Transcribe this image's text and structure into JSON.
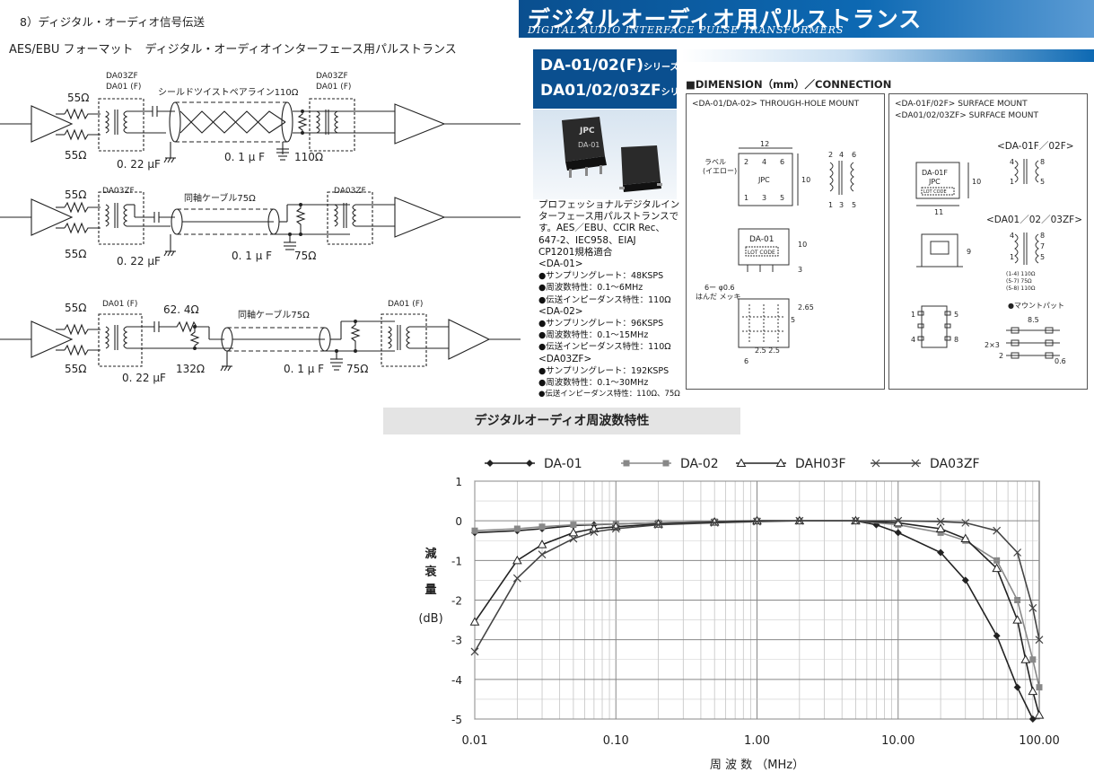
{
  "left": {
    "section_title": "8）ディジタル・オーディオ信号伝送",
    "subtitle": "AES/EBU フォーマット　ディジタル・オーディオインターフェース用パルストランス",
    "circuit1": {
      "model_top": "DA03ZF",
      "model_bottom": "DA01 (F)",
      "model_right_top": "DA03ZF",
      "model_right_bottom": "DA01 (F)",
      "cable": "シールドツイストペアライン110Ω",
      "r_top": "55Ω",
      "r_bottom": "55Ω",
      "cap": "0. 22 μF",
      "cap2": "0. 1 μ F",
      "r_load": "110Ω"
    },
    "circuit2": {
      "model_left": "DA03ZF",
      "model_right": "DA03ZF",
      "cable": "同軸ケーブル75Ω",
      "r_top": "55Ω",
      "r_bottom": "55Ω",
      "cap": "0. 22 μF",
      "cap2": "0. 1 μ F",
      "r_load": "75Ω"
    },
    "circuit3": {
      "model_left": "DA01 (F)",
      "model_right": "DA01 (F)",
      "cable": "同軸ケーブル75Ω",
      "r_top": "55Ω",
      "r_bottom": "55Ω",
      "r_series": "62. 4Ω",
      "r_shunt": "132Ω",
      "cap": "0. 22 μF",
      "cap2": "0. 1 μ F",
      "r_load": "75Ω"
    }
  },
  "banner": {
    "title_jp": "デジタルオーディオ用パルストランス",
    "title_en": "DIGITAL AUDIO INTERFACE  PULSE TRANSFORMERS"
  },
  "series": {
    "line1": "DA-01/02(F)",
    "line1_suffix": "シリーズ",
    "line2": "DA01/02/03ZF",
    "line2_suffix": "シリーズ"
  },
  "photo": {
    "label1": "JPC",
    "label2": "DA-01"
  },
  "description": [
    "プロフェッショナルデジタルイン",
    "ターフェース用パルストランスで",
    "す。AES／EBU、CCIR Rec、",
    "647-2、IEC958、EIAJ",
    "CP1201規格適合",
    "<DA-01>",
    "●サンプリングレート：48KSPS",
    "●周波数特性：0.1～6MHz",
    "●伝送インピーダンス特性：110Ω",
    "<DA-02>",
    "●サンプリングレート：96KSPS",
    "●周波数特性：0.1～15MHz",
    "●伝送インピーダンス特性：110Ω",
    "<DA03ZF>",
    "●サンプリングレート：192KSPS",
    "●周波数特性：0.1～30MHz",
    "●伝送インピーダンス特性：110Ω、75Ω"
  ],
  "dimension": {
    "title": "■DIMENSION（mm）／CONNECTION",
    "panel_left_title": "<DA-01/DA-02> THROUGH-HOLE MOUNT",
    "panel_right_title1": "<DA-01F/02F> SURFACE MOUNT",
    "panel_right_title2": "<DA01/02/03ZF> SURFACE MOUNT",
    "label_ja": "ラベル",
    "label_ja2": "(イエロー)",
    "jpc": "JPC",
    "da01": "DA-01",
    "lotcode": "LOT CODE",
    "dim_12": "12",
    "dim_10": "10",
    "dim_3": "3",
    "dim_6": "6",
    "dim_265": "2.65",
    "dim_5": "5",
    "dim_25": "2.5 2.5",
    "hole": "6ー φ0.6",
    "solder": "はんだ メッキ",
    "pins_top": [
      "2",
      "4",
      "6"
    ],
    "pins_bottom": [
      "1",
      "3",
      "5"
    ],
    "pin_nums_top": [
      "2",
      "4",
      "6"
    ],
    "pin_nums_bottom": [
      "1",
      "3",
      "5"
    ],
    "sm_title1": "<DA-01F／02F>",
    "sm_title2": "<DA01／02／03ZF>",
    "da01f": "DA-01F",
    "dim_11": "11",
    "dim_9": "9",
    "imp1": "(1-4)  110Ω",
    "imp2": "(5-7)   75Ω",
    "imp3": "(5-8)  110Ω",
    "mount_pad": "●マウントパット",
    "dim_85": "8.5",
    "dim_2x3": "2×3",
    "dim_2": "2",
    "dim_06": "0.6",
    "p4": "4",
    "p8": "8",
    "p1": "1",
    "p5": "5",
    "p7": "7",
    "p3": "3"
  },
  "freq": {
    "title": "デジタルオーディオ周波数特性"
  },
  "chart_data": {
    "type": "line",
    "title": "",
    "xlabel": "周 波 数 （MHz）",
    "ylabel_chars": [
      "減",
      "衰",
      "量"
    ],
    "ylabel_unit": "(dB)",
    "xscale": "log",
    "xlim": [
      0.01,
      100
    ],
    "ylim": [
      -5,
      1
    ],
    "xticks": [
      "0.01",
      "0.10",
      "1.00",
      "10.00",
      "100.00"
    ],
    "yticks": [
      "1",
      "0",
      "-1",
      "-2",
      "-3",
      "-4",
      "-5"
    ],
    "grid": true,
    "legend_position": "top",
    "series": [
      {
        "name": "DA-01",
        "color": "#222222",
        "marker": "diamond",
        "points": [
          [
            0.01,
            -0.3
          ],
          [
            0.02,
            -0.25
          ],
          [
            0.03,
            -0.2
          ],
          [
            0.05,
            -0.12
          ],
          [
            0.07,
            -0.1
          ],
          [
            0.1,
            -0.08
          ],
          [
            0.2,
            -0.05
          ],
          [
            0.5,
            -0.02
          ],
          [
            1,
            0
          ],
          [
            2,
            0
          ],
          [
            5,
            0
          ],
          [
            7,
            -0.1
          ],
          [
            10,
            -0.3
          ],
          [
            20,
            -0.8
          ],
          [
            30,
            -1.5
          ],
          [
            50,
            -2.9
          ],
          [
            70,
            -4.2
          ],
          [
            90,
            -5.0
          ]
        ]
      },
      {
        "name": "DA-02",
        "color": "#888888",
        "marker": "square",
        "points": [
          [
            0.01,
            -0.25
          ],
          [
            0.02,
            -0.2
          ],
          [
            0.03,
            -0.15
          ],
          [
            0.05,
            -0.1
          ],
          [
            0.1,
            -0.08
          ],
          [
            0.2,
            -0.05
          ],
          [
            0.5,
            -0.02
          ],
          [
            1,
            0
          ],
          [
            2,
            0
          ],
          [
            5,
            0
          ],
          [
            10,
            -0.1
          ],
          [
            20,
            -0.3
          ],
          [
            30,
            -0.5
          ],
          [
            50,
            -1.0
          ],
          [
            70,
            -2.0
          ],
          [
            90,
            -3.5
          ],
          [
            100,
            -4.2
          ]
        ]
      },
      {
        "name": "DAH03F",
        "color": "#222222",
        "marker": "triangle",
        "points": [
          [
            0.01,
            -2.55
          ],
          [
            0.02,
            -1.0
          ],
          [
            0.03,
            -0.6
          ],
          [
            0.05,
            -0.3
          ],
          [
            0.07,
            -0.2
          ],
          [
            0.1,
            -0.15
          ],
          [
            0.2,
            -0.08
          ],
          [
            0.5,
            -0.03
          ],
          [
            1,
            0
          ],
          [
            2,
            0
          ],
          [
            5,
            0
          ],
          [
            10,
            -0.05
          ],
          [
            20,
            -0.2
          ],
          [
            30,
            -0.45
          ],
          [
            50,
            -1.2
          ],
          [
            70,
            -2.5
          ],
          [
            80,
            -3.5
          ],
          [
            90,
            -4.3
          ],
          [
            100,
            -4.9
          ]
        ]
      },
      {
        "name": "DA03ZF",
        "color": "#444444",
        "marker": "x",
        "points": [
          [
            0.01,
            -3.3
          ],
          [
            0.02,
            -1.45
          ],
          [
            0.03,
            -0.85
          ],
          [
            0.05,
            -0.45
          ],
          [
            0.07,
            -0.28
          ],
          [
            0.1,
            -0.2
          ],
          [
            0.2,
            -0.1
          ],
          [
            0.5,
            -0.05
          ],
          [
            1,
            -0.02
          ],
          [
            2,
            0
          ],
          [
            5,
            0
          ],
          [
            10,
            0
          ],
          [
            20,
            -0.02
          ],
          [
            30,
            -0.05
          ],
          [
            50,
            -0.25
          ],
          [
            70,
            -0.8
          ],
          [
            90,
            -2.2
          ],
          [
            100,
            -3.0
          ]
        ]
      }
    ]
  }
}
